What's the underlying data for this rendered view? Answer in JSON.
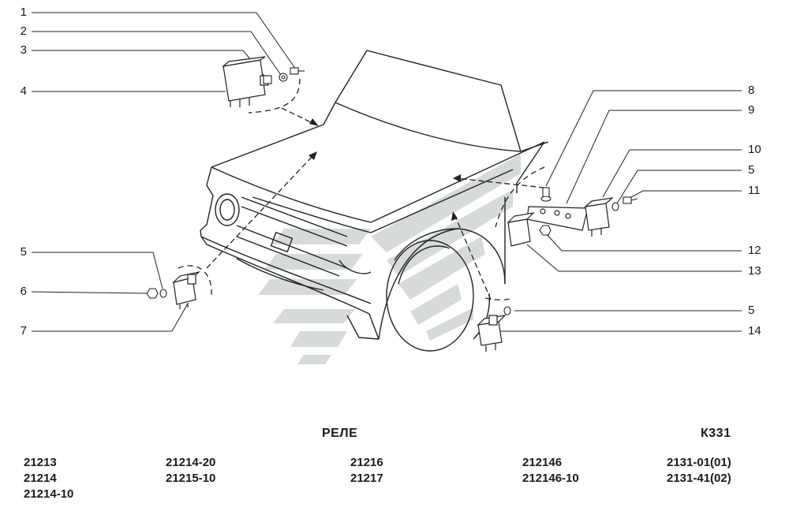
{
  "callouts": {
    "left": [
      "1",
      "2",
      "3",
      "4",
      "5",
      "6",
      "7"
    ],
    "right": [
      "8",
      "9",
      "10",
      "5",
      "11",
      "12",
      "13",
      "5",
      "14"
    ]
  },
  "footer": {
    "title": "РЕЛЕ",
    "code": "К331",
    "model_columns": [
      [
        "21213",
        "21214",
        "21214-10"
      ],
      [
        "21214-20",
        "21215-10"
      ],
      [
        "21216",
        "21217"
      ],
      [
        "212146",
        "212146-10"
      ],
      [
        "2131-01(01)",
        "2131-41(02)"
      ]
    ]
  }
}
